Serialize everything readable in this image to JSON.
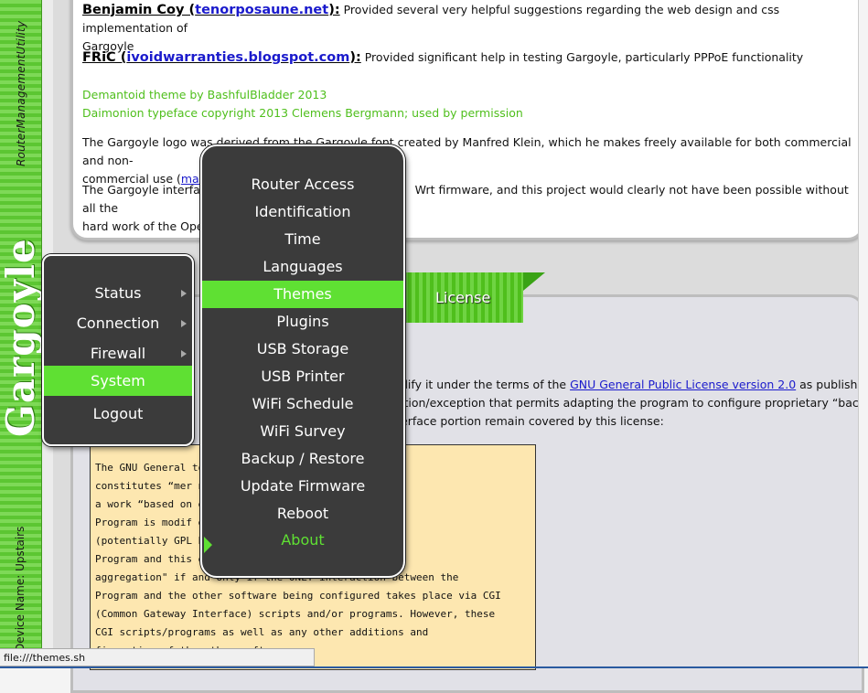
{
  "sidebar": {
    "utility_label": "RouterManagementUtility",
    "logo_text": "Gargoyle",
    "device_name": "Device Name: Upstairs"
  },
  "credits": {
    "entry1": {
      "name": "Benjamin Coy (",
      "link": "tenorposaune.net",
      "suffix": "):",
      "desc": " Provided several very helpful suggestions regarding the web design and css implementation of",
      "desc2": "Gargoyle"
    },
    "entry2": {
      "name": "FRiC (",
      "link": "ivoidwarranties.blogspot.com",
      "suffix": "):",
      "desc": " Provided significant help in testing Gargoyle, particularly PPPoE functionality"
    },
    "theme_note": "Demantoid theme by BashfulBladder 2013",
    "typeface_note": "Daimonion typeface copyright 2013 Clemens Bergmann; used by permission",
    "logo_para_1": "The Gargoyle logo was derived from the Gargoyle font created by Manfred Klein, which he makes freely available for both commercial and non-",
    "logo_para_2": "commercial use (",
    "logo_para_link": "man",
    "openwrt_para_1a": "The Gargoyle interfac",
    "openwrt_para_1b": "Wrt firmware, and this project would clearly not have been possible without all the",
    "openwrt_para_2": "hard work of the Oper"
  },
  "license": {
    "tab_title": "License",
    "line1a": "dify it under the terms of the ",
    "line1_link": "GNU General Public License version 2.0",
    "line1b": " as published",
    "line2": "ition/exception that permits adapting the program to configure proprietary “back",
    "line3": "erface portion remain covered by this license:",
    "gpl_lines": [
      "The GNU General                  to what",
      "constitutes “mer                 nd what contitutes",
      "a work “based on                 e in which the",
      "Program is modif                 g other",
      "(potentially GPL                 bination of the",
      "Program and this                 ed \"mere",
      "aggregation\" if and only if the ONLY interaction between the",
      "Program and the other software being configured takes place via CGI",
      "(Common Gateway Interface) scripts and/or programs. However, these",
      "CGI scripts/programs as well as any other additions and",
      "                                figuration of the other software"
    ]
  },
  "main_menu": {
    "items": [
      {
        "label": "Status",
        "has_sub": true
      },
      {
        "label": "Connection",
        "has_sub": true
      },
      {
        "label": "Firewall",
        "has_sub": true
      },
      {
        "label": "System",
        "has_sub": false
      },
      {
        "label": "Logout",
        "has_sub": false
      }
    ]
  },
  "sub_menu": {
    "items": [
      "Router Access",
      "Identification",
      "Time",
      "Languages",
      "Themes",
      "Plugins",
      "USB Storage",
      "USB Printer",
      "WiFi Schedule",
      "WiFi Survey",
      "Backup / Restore",
      "Update Firmware",
      "Reboot",
      "About"
    ]
  },
  "statusbar": {
    "text": "file:///themes.sh"
  },
  "colors": {
    "accent_green": "#5fe033",
    "menu_bg": "#3b3b3b",
    "link_blue": "#1a1acc"
  }
}
